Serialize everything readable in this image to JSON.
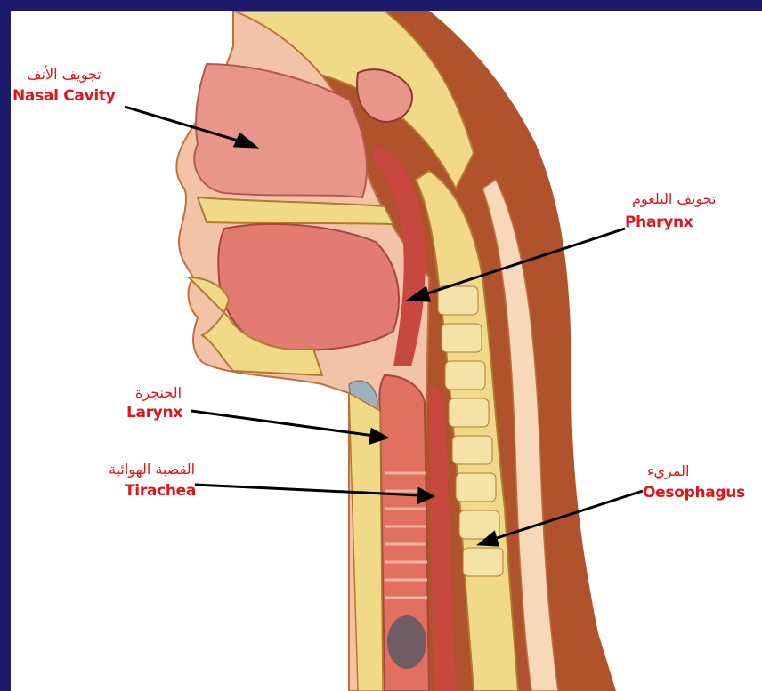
{
  "labels": {
    "nasal_cavity": {
      "ar": "تجويف الأنف",
      "en": "Nasal Cavity"
    },
    "pharynx": {
      "ar": "تجويف البلعوم",
      "en": "Pharynx"
    },
    "larynx": {
      "ar": "الحنجرة",
      "en": "Larynx"
    },
    "trachea": {
      "ar": "القصبة الهوائية",
      "en": "Tirachea"
    },
    "oesophagus": {
      "ar": "المريء",
      "en": "Oesophagus"
    }
  },
  "colors": {
    "frame": "#1b1a6b",
    "label": "#e0141b",
    "tissue_pink": "#e89a8a",
    "tissue_red": "#c8473e",
    "bone": "#f1d98a",
    "skin": "#b0522c",
    "cartilage": "#9fb1bf"
  }
}
